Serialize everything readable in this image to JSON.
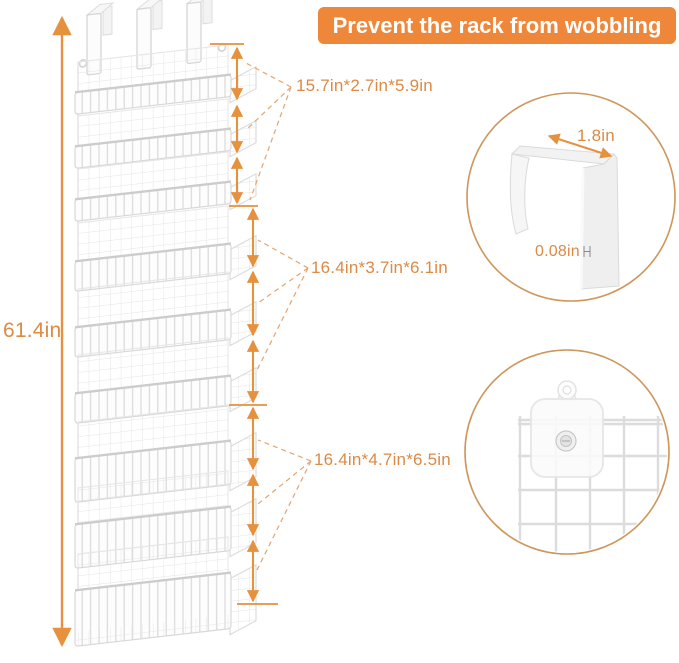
{
  "banner": {
    "text": "Prevent the rack from wobbling"
  },
  "overall": {
    "height_label": "61.4in"
  },
  "dimension_groups": [
    {
      "label": "15.7in*2.7in*5.9in",
      "arrow_segments": 3
    },
    {
      "label": "16.4in*3.7in*6.1in",
      "arrow_segments": 3
    },
    {
      "label": "16.4in*4.7in*6.5in",
      "arrow_segments": 3
    }
  ],
  "hook_detail": {
    "width_label": "1.8in",
    "thickness_label": "0.08in"
  },
  "colors": {
    "accent_orange": "#E5913E",
    "banner_orange": "#EF873B",
    "label_text": "#DC8A44",
    "detail_circle_stroke": "#CE9659",
    "dash_line": "#E3A470",
    "rack_wire": "#E0E0E0"
  }
}
